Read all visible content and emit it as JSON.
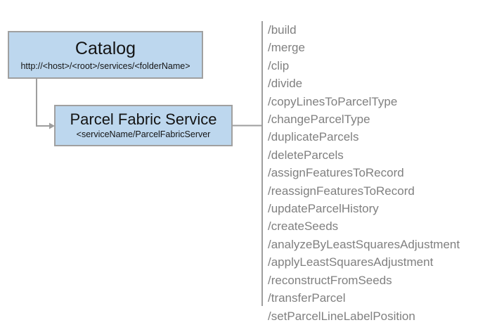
{
  "diagram": {
    "title": "Parcel Fabric Service REST endpoint diagram",
    "colors": {
      "node_fill": "#bdd7ee",
      "node_border": "#a0a0a0",
      "connector": "#9e9e9e",
      "operation_text": "#808080",
      "node_text": "#141414",
      "background": "#ffffff"
    },
    "nodes": [
      {
        "id": "catalog",
        "title": "Catalog",
        "subtitle": "http://<host>/<root>/services/<folderName>"
      },
      {
        "id": "service",
        "title": "Parcel Fabric Service",
        "subtitle": "<serviceName/ParcelFabricServer"
      }
    ],
    "connectors": [
      {
        "id": "catalog-to-service",
        "from": "catalog",
        "to": "service",
        "arrow": true
      },
      {
        "id": "service-to-operations",
        "from": "service",
        "to": "operations",
        "arrow": false
      }
    ],
    "operations": [
      "/build",
      "/merge",
      "/clip",
      "/divide",
      "/copyLinesToParcelType",
      "/changeParcelType",
      "/duplicateParcels",
      "/deleteParcels",
      "/assignFeaturesToRecord",
      "/reassignFeaturesToRecord",
      "/updateParcelHistory",
      "/createSeeds",
      "/analyzeByLeastSquaresAdjustment",
      "/applyLeastSquaresAdjustment",
      "/reconstructFromSeeds",
      "/transferParcel",
      "/setParcelLineLabelPosition"
    ]
  }
}
